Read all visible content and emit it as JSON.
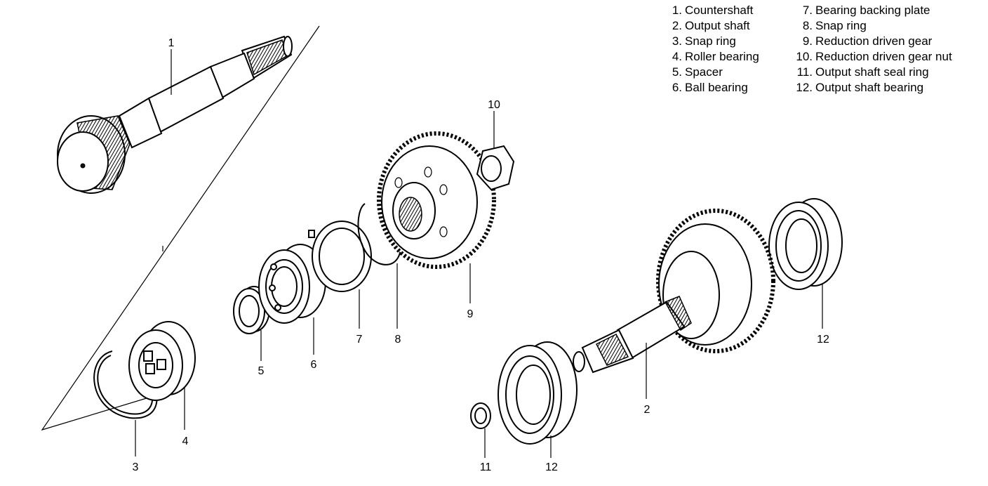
{
  "legend": {
    "left": [
      {
        "num": "1.",
        "name": "Countershaft"
      },
      {
        "num": "2.",
        "name": "Output shaft"
      },
      {
        "num": "3.",
        "name": "Snap ring"
      },
      {
        "num": "4.",
        "name": "Roller bearing"
      },
      {
        "num": "5.",
        "name": "Spacer"
      },
      {
        "num": "6.",
        "name": "Ball bearing"
      }
    ],
    "right": [
      {
        "num": "7.",
        "name": "Bearing backing plate"
      },
      {
        "num": "8.",
        "name": "Snap ring"
      },
      {
        "num": "9.",
        "name": "Reduction driven gear"
      },
      {
        "num": "10.",
        "name": "Reduction driven gear nut"
      },
      {
        "num": "11.",
        "name": "Output shaft seal ring"
      },
      {
        "num": "12.",
        "name": "Output shaft bearing"
      }
    ]
  },
  "callouts": {
    "c1": "1",
    "c2": "2",
    "c3": "3",
    "c4": "4",
    "c5": "5",
    "c6": "6",
    "c7": "7",
    "c8": "8",
    "c9": "9",
    "c10": "10",
    "c11": "11",
    "c12a": "12",
    "c12b": "12"
  }
}
